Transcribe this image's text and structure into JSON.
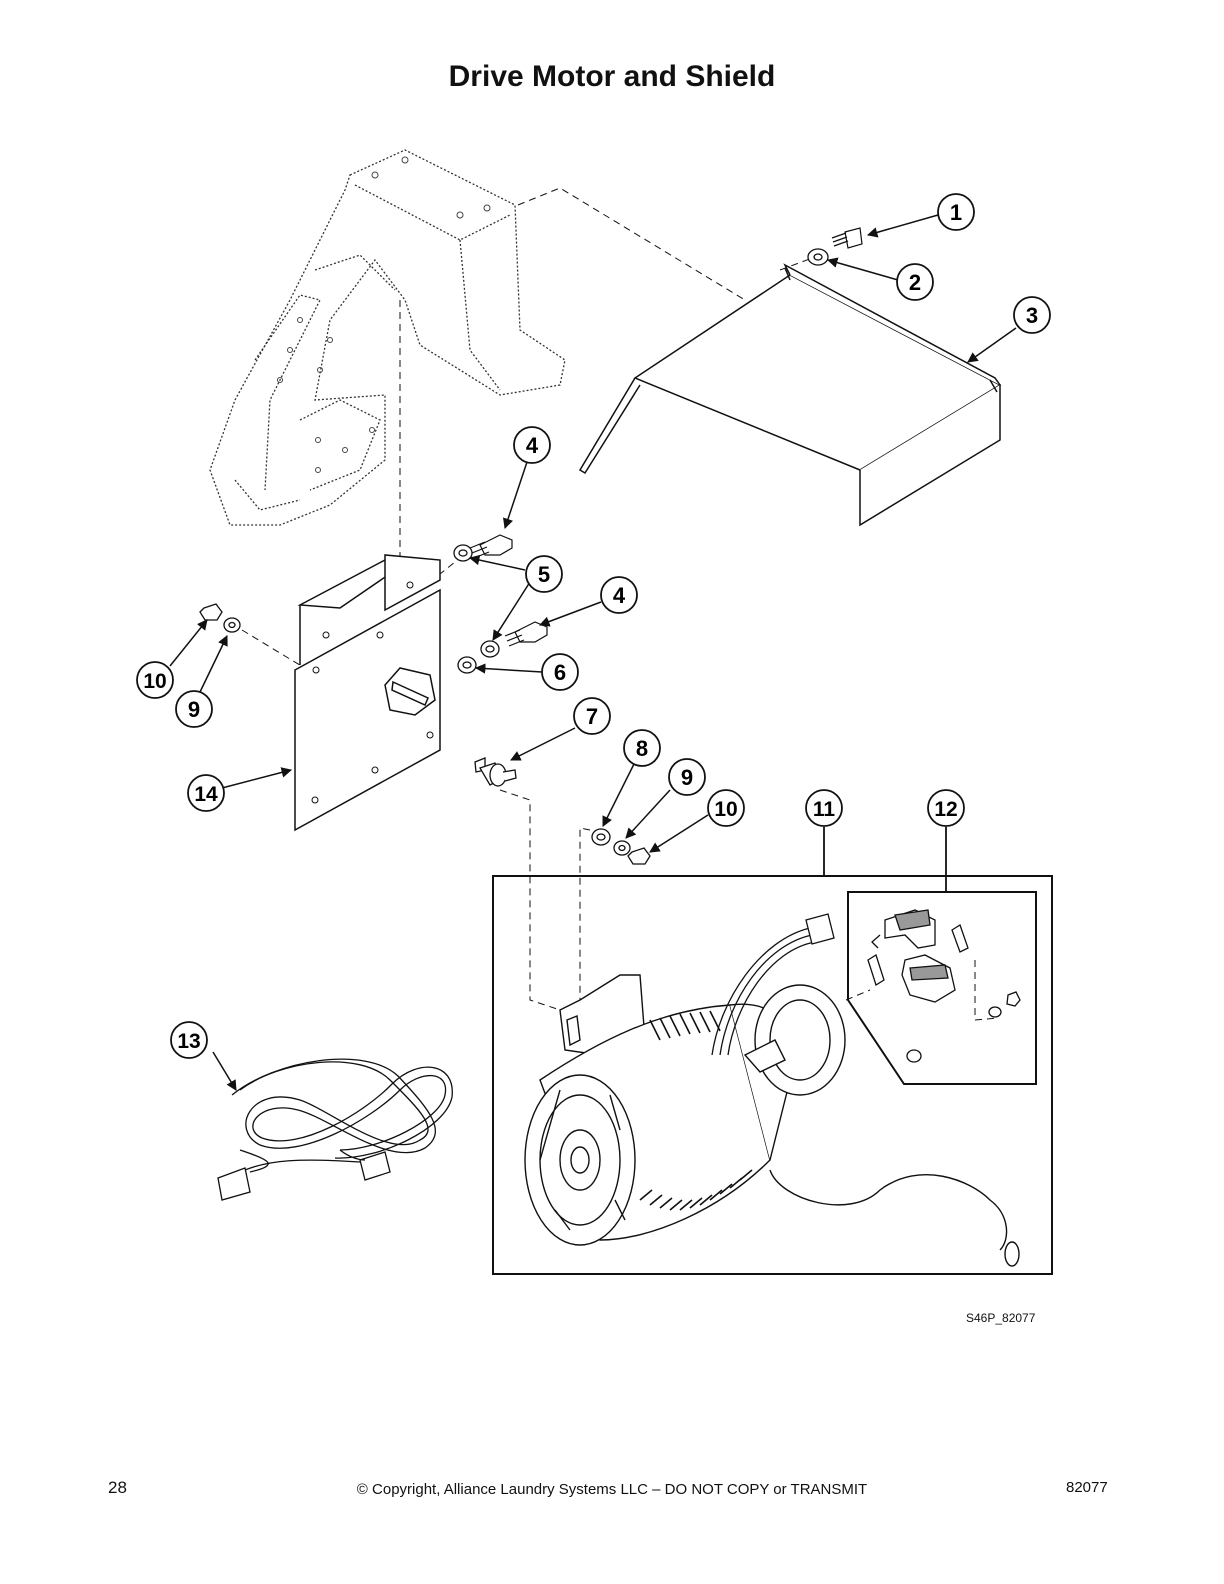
{
  "title": "Drive Motor and Shield",
  "callouts": [
    {
      "id": "c1",
      "label": "1"
    },
    {
      "id": "c2",
      "label": "2"
    },
    {
      "id": "c3",
      "label": "3"
    },
    {
      "id": "c4a",
      "label": "4"
    },
    {
      "id": "c5",
      "label": "5"
    },
    {
      "id": "c4b",
      "label": "4"
    },
    {
      "id": "c6",
      "label": "6"
    },
    {
      "id": "c7",
      "label": "7"
    },
    {
      "id": "c8",
      "label": "8"
    },
    {
      "id": "c9a",
      "label": "9"
    },
    {
      "id": "c10a",
      "label": "10"
    },
    {
      "id": "c11",
      "label": "11"
    },
    {
      "id": "c12",
      "label": "12"
    },
    {
      "id": "c10b",
      "label": "10"
    },
    {
      "id": "c9b",
      "label": "9"
    },
    {
      "id": "c14",
      "label": "14"
    },
    {
      "id": "c13",
      "label": "13"
    }
  ],
  "drawing_code": "S46P_82077",
  "footer": {
    "page_number": "28",
    "copyright": "© Copyright, Alliance Laundry Systems LLC – DO NOT COPY or TRANSMIT",
    "doc_number": "82077"
  }
}
